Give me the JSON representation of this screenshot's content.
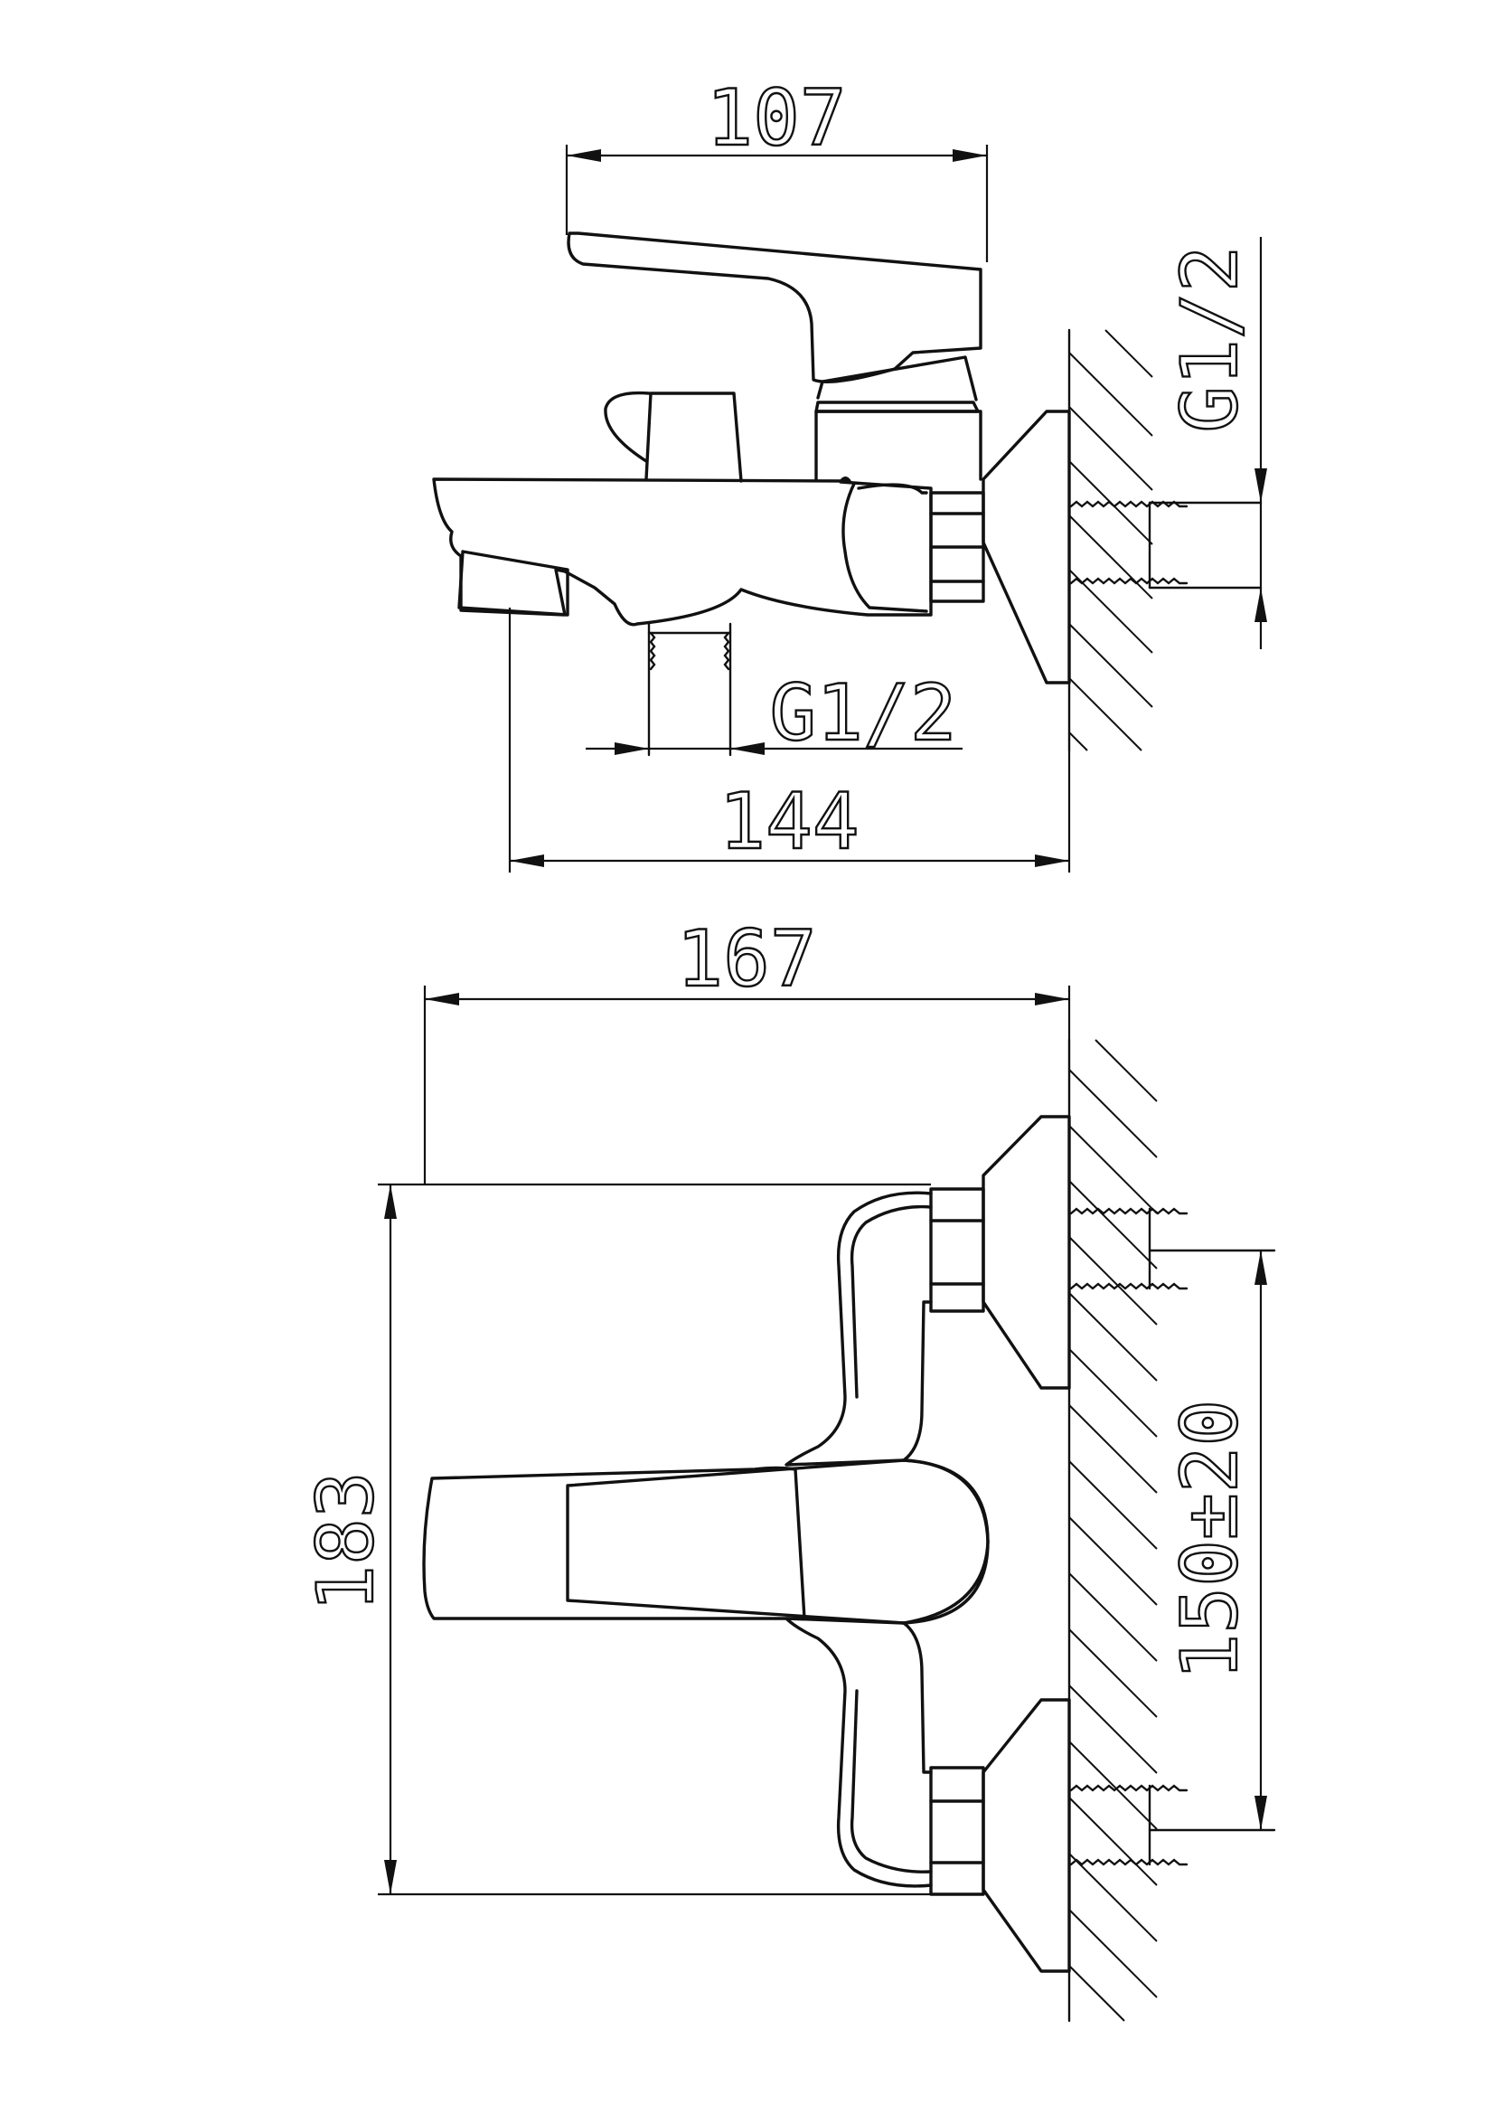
{
  "side_view": {
    "dim_top_width": "107",
    "dim_total_depth": "144",
    "outlet_thread": "G1/2",
    "wall_thread": "G1/2"
  },
  "front_view": {
    "dim_width": "167",
    "dim_height": "183",
    "dim_center_distance": "150±20"
  }
}
